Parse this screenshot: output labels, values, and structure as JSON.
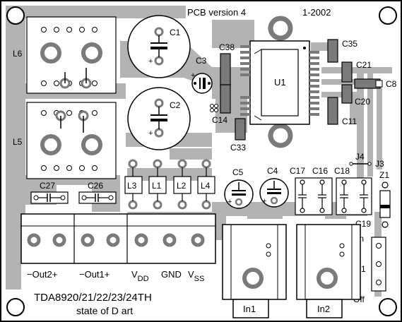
{
  "header": {
    "version_label": "PCB version 4",
    "date_label": "1-2002"
  },
  "chip": {
    "title": "TDA8920/21/22/23/24TH",
    "subtitle": "state of D art"
  },
  "components": {
    "u1": "U1",
    "l6": "L6",
    "l5": "L5",
    "l1": "L1",
    "l2": "L2",
    "l3": "L3",
    "l4": "L4",
    "c1": "C1",
    "c2": "C2",
    "c3": "C3",
    "c4": "C4",
    "c5": "C5",
    "c8": "C8",
    "c11": "C11",
    "c14": "C14",
    "c16": "C16",
    "c17": "C17",
    "c18": "C18",
    "c19": "C19",
    "c20": "C20",
    "c21": "C21",
    "c26": "C26",
    "c27": "C27",
    "c33": "C33",
    "c35": "C35",
    "c38": "C38",
    "j3": "J3",
    "j4": "J4",
    "z1": "Z1",
    "s1": "S1",
    "in1": "In1",
    "in2": "In2"
  },
  "switch": {
    "on_label": "On",
    "off_label": "Off"
  },
  "terminals": {
    "out2": "−Out2+",
    "out1": "−Out1+",
    "vdd_main": "V",
    "vdd_sub": "DD",
    "gnd": "GND",
    "vss_main": "V",
    "vss_sub": "SS"
  },
  "polarity_mark": "+",
  "colors": {
    "board": "#ffffff",
    "trace": "#b3b3b3",
    "copper_dark": "#7a7a7a",
    "pad_fill": "#ffffff",
    "ink": "#000000"
  }
}
